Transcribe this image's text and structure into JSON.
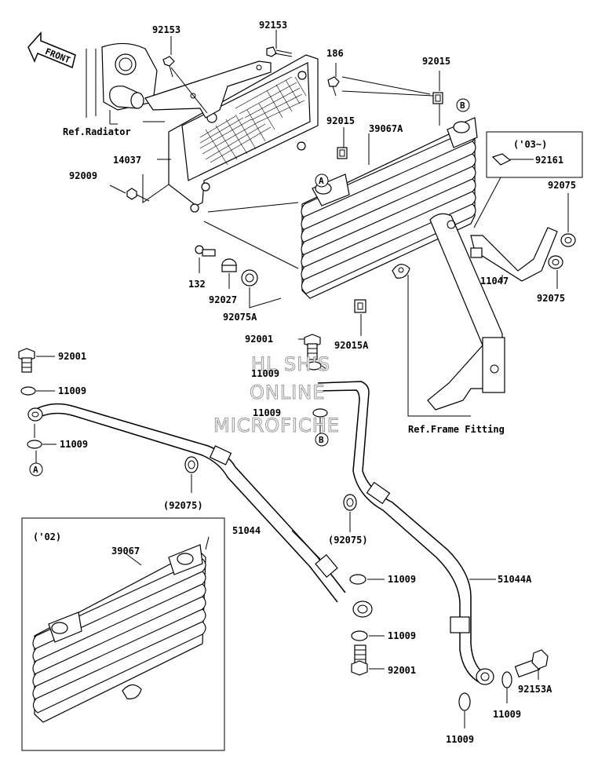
{
  "diagram": {
    "front_label": "FRONT",
    "ref_labels": {
      "radiator": "Ref.Radiator",
      "frame_fitting": "Ref.Frame Fitting"
    },
    "callouts": {
      "c92153_a": "92153",
      "c92153_b": "92153",
      "c186": "186",
      "c92015_top": "92015",
      "c92015_mid": "92015",
      "c39067A": "39067A",
      "c14037": "14037",
      "c92009": "92009",
      "c03_note": "('03~)",
      "c92161": "92161",
      "c92075_tr": "92075",
      "c92075_tr2": "92075",
      "c11047": "11047",
      "c132": "132",
      "c92027": "92027",
      "c92075A": "92075A",
      "c92015A": "92015A",
      "c92001_mid": "92001",
      "c11009_mid1": "11009",
      "c11009_mid2": "11009",
      "c92001_left": "92001",
      "c11009_left1": "11009",
      "c11009_left2": "11009",
      "c92075_p1": "(92075)",
      "c92075_p2": "(92075)",
      "c51044": "51044",
      "c51044A": "51044A",
      "c11009_b1": "11009",
      "c11009_b2": "11009",
      "c92001_bot": "92001",
      "c92153A": "92153A",
      "c11009_br1": "11009",
      "c11009_br2": "11009",
      "c02_note": "('02)",
      "c39067": "39067"
    },
    "circle_markers": {
      "a": "A",
      "b": "B"
    },
    "watermark": [
      "HL SH'S",
      "ONLINE",
      "MICROFICHE"
    ]
  }
}
